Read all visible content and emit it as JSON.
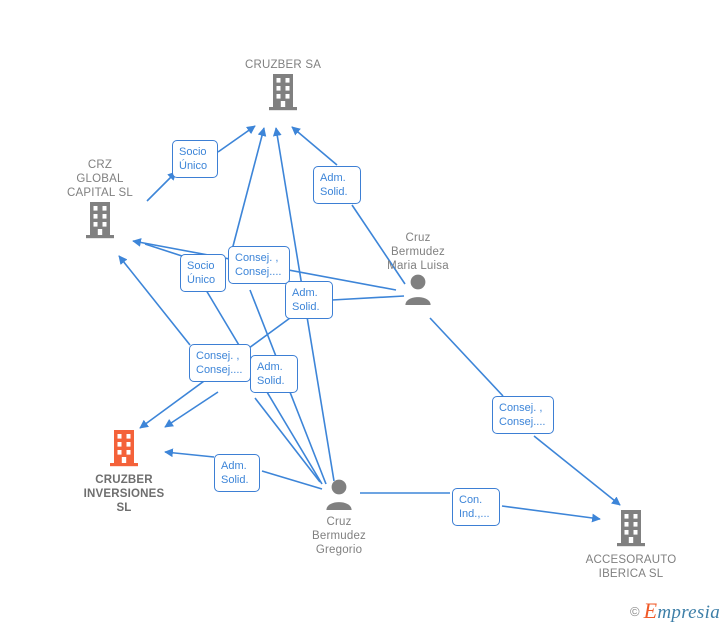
{
  "diagram": {
    "type": "ownership-network",
    "colors": {
      "edge": "#3d85d8",
      "edge_label_border": "#3d7fd4",
      "edge_label_text": "#3d85d8",
      "node_default": "#808080",
      "node_highlight": "#f4623a",
      "node_label": "#808080",
      "background": "#ffffff"
    },
    "nodes": [
      {
        "id": "cruzber-sa",
        "label": "CRUZBER SA",
        "kind": "company",
        "icon": "building-icon",
        "highlighted": false,
        "label_position": "above"
      },
      {
        "id": "crz-global-capital-sl",
        "label": "CRZ\nGLOBAL\nCAPITAL  SL",
        "kind": "company",
        "icon": "building-icon",
        "highlighted": false,
        "label_position": "above"
      },
      {
        "id": "cruz-bermudez-maria-luisa",
        "label": "Cruz\nBermudez\nMaria Luisa",
        "kind": "person",
        "icon": "person-icon",
        "highlighted": false,
        "label_position": "above"
      },
      {
        "id": "cruzber-inversiones-sl",
        "label": "CRUZBER\nINVERSIONES\nSL",
        "kind": "company",
        "icon": "building-icon",
        "highlighted": true,
        "label_position": "below"
      },
      {
        "id": "cruz-bermudez-gregorio",
        "label": "Cruz\nBermudez\nGregorio",
        "kind": "person",
        "icon": "person-icon",
        "highlighted": false,
        "label_position": "below"
      },
      {
        "id": "accesorauto-iberica-sl",
        "label": "ACCESORAUTO\nIBERICA SL",
        "kind": "company",
        "icon": "building-icon",
        "highlighted": false,
        "label_position": "below"
      }
    ],
    "edge_labels": [
      {
        "id": "lbl-socio-unico-1",
        "text": "Socio\nÚnico"
      },
      {
        "id": "lbl-adm-solid-1",
        "text": "Adm.\nSolid."
      },
      {
        "id": "lbl-socio-unico-2",
        "text": "Socio\nÚnico"
      },
      {
        "id": "lbl-consej-1",
        "text": "Consej. ,\nConsej...."
      },
      {
        "id": "lbl-adm-solid-2",
        "text": "Adm.\nSolid."
      },
      {
        "id": "lbl-consej-2",
        "text": "Consej. ,\nConsej...."
      },
      {
        "id": "lbl-adm-solid-3",
        "text": "Adm.\nSolid."
      },
      {
        "id": "lbl-consej-3",
        "text": "Consej. ,\nConsej...."
      },
      {
        "id": "lbl-adm-solid-4",
        "text": "Adm.\nSolid."
      },
      {
        "id": "lbl-con-ind-1",
        "text": "Con.\nInd.,..."
      }
    ]
  },
  "watermark": {
    "copyright": "©",
    "name_initial": "E",
    "name_rest": "mpresia"
  }
}
